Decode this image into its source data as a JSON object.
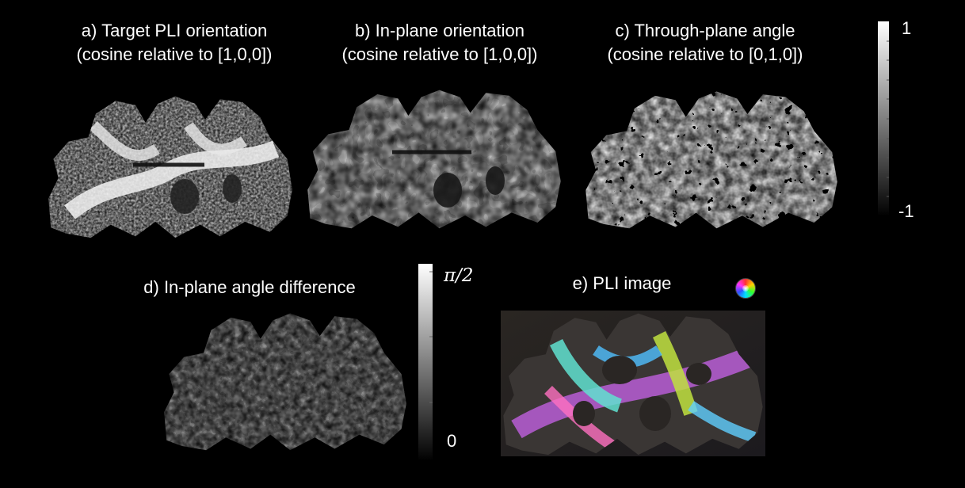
{
  "panels": {
    "a": {
      "title_line1": "a) Target PLI orientation",
      "title_line2": "(cosine relative to [1,0,0])"
    },
    "b": {
      "title_line1": "b) In-plane orientation",
      "title_line2": "(cosine relative to [1,0,0])"
    },
    "c": {
      "title_line1": "c) Through-plane angle",
      "title_line2": "(cosine relative to [0,1,0])"
    },
    "d": {
      "title": "d) In-plane angle difference"
    },
    "e": {
      "title": "e) PLI image"
    }
  },
  "colorbar_top": {
    "max_label": "1",
    "min_label": "-1",
    "gradient": [
      "#ffffff",
      "#000000"
    ]
  },
  "colorbar_bottom": {
    "max_label": "π/2",
    "min_label": "0",
    "gradient": [
      "#ffffff",
      "#000000"
    ]
  },
  "colors": {
    "background": "#000000",
    "text": "#ffffff"
  },
  "icons": {
    "orientation_legend": "color-wheel-icon"
  }
}
